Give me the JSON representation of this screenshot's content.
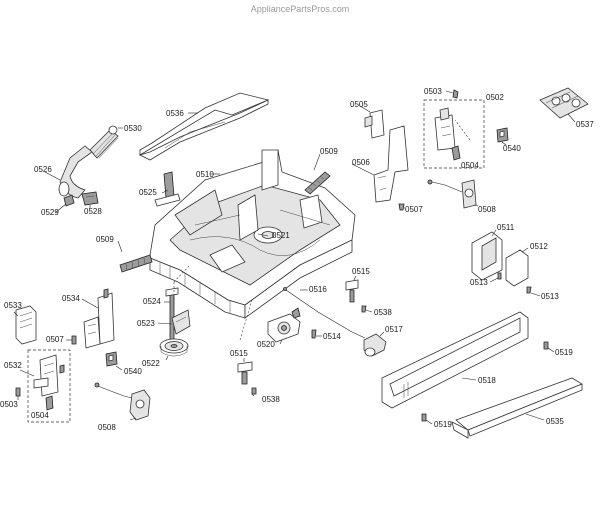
{
  "watermark": "AppliancePartsPros.com",
  "parts": [
    "0536",
    "0530",
    "0537",
    "0505",
    "0503",
    "0502",
    "0509",
    "0526",
    "0525",
    "0510",
    "0506",
    "0540",
    "0504",
    "0529",
    "0528",
    "0507",
    "0508",
    "0521",
    "0509",
    "0511",
    "0512",
    "0513",
    "0513",
    "0515",
    "0533",
    "0534",
    "0524",
    "0516",
    "0538",
    "0523",
    "0517",
    "0507",
    "0520",
    "0514",
    "0519",
    "0532",
    "0540",
    "0522",
    "0518",
    "0515",
    "0503",
    "0504",
    "0508",
    "0538",
    "0519",
    "0535"
  ]
}
